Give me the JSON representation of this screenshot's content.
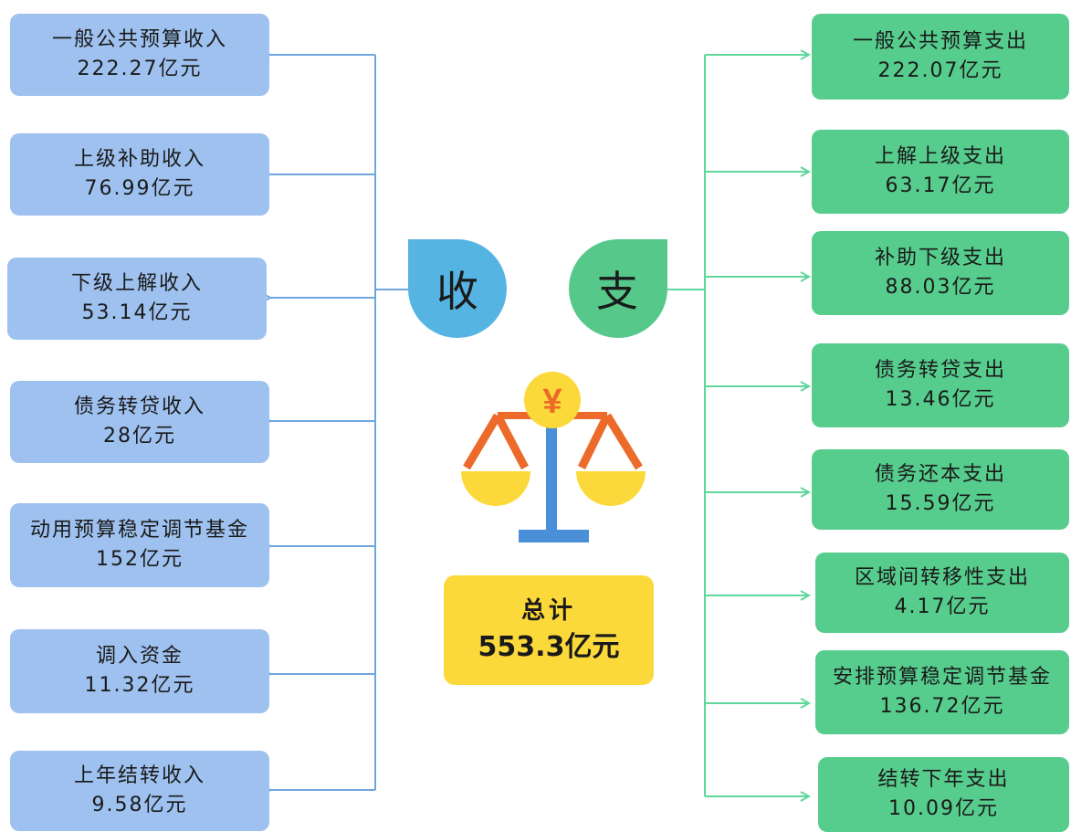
{
  "center": {
    "income_symbol": "收",
    "expense_symbol": "支",
    "currency_symbol": "¥",
    "total_label": "总计",
    "total_value": "553.3亿元"
  },
  "income": [
    {
      "label": "一般公共预算收入",
      "value": "222.27亿元"
    },
    {
      "label": "上级补助收入",
      "value": "76.99亿元"
    },
    {
      "label": "下级上解收入",
      "value": "53.14亿元"
    },
    {
      "label": "债务转贷收入",
      "value": "28亿元"
    },
    {
      "label": "动用预算稳定调节基金",
      "value": "152亿元"
    },
    {
      "label": "调入资金",
      "value": "11.32亿元"
    },
    {
      "label": "上年结转收入",
      "value": "9.58亿元"
    }
  ],
  "expense": [
    {
      "label": "一般公共预算支出",
      "value": "222.07亿元"
    },
    {
      "label": "上解上级支出",
      "value": "63.17亿元"
    },
    {
      "label": "补助下级支出",
      "value": "88.03亿元"
    },
    {
      "label": "债务转贷支出",
      "value": "13.46亿元"
    },
    {
      "label": "债务还本支出",
      "value": "15.59亿元"
    },
    {
      "label": "区域间转移性支出",
      "value": "4.17亿元"
    },
    {
      "label": "安排预算稳定调节基金",
      "value": "136.72亿元"
    },
    {
      "label": "结转下年支出",
      "value": "10.09亿元"
    }
  ],
  "colors": {
    "income_box": "#9ec1ef",
    "income_line": "#6fa6e0",
    "income_drop": "#56b4e3",
    "expense_box": "#56cc8d",
    "expense_line": "#5ed89a",
    "expense_drop": "#56c98a",
    "scale_pan": "#fcd93a",
    "scale_arm": "#ec6a2a",
    "scale_stand": "#4a90d9",
    "total_box": "#fcd93a"
  }
}
